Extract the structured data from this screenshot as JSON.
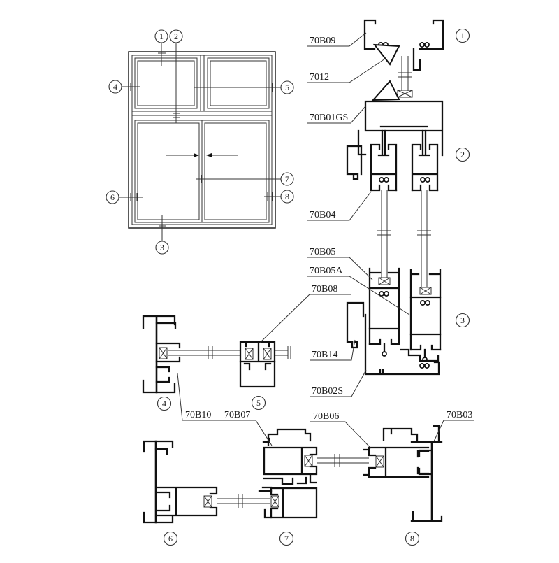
{
  "diagram": {
    "description": "Aluminum sliding window profile assembly diagram with elevation view and numbered cross-section details",
    "parts": {
      "70B09": "70B09",
      "7012": "7012",
      "70B01GS": "70B01GS",
      "70B04": "70B04",
      "70B05": "70B05",
      "70B05A": "70B05A",
      "70B08": "70B08",
      "70B14": "70B14",
      "70B02S": "70B02S",
      "70B10": "70B10",
      "70B07": "70B07",
      "70B06": "70B06",
      "70B03": "70B03"
    },
    "callouts": {
      "1": "1",
      "2": "2",
      "3": "3",
      "4": "4",
      "5": "5",
      "6": "6",
      "7": "7",
      "8": "8"
    },
    "colors": {
      "line": "#1a1a1a",
      "background": "#ffffff"
    }
  }
}
